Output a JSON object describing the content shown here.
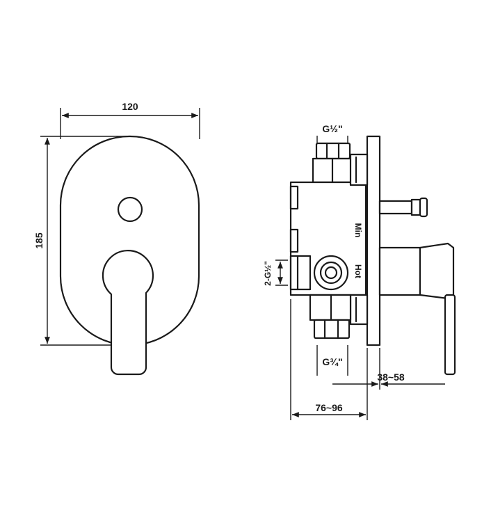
{
  "front_view": {
    "width_label": "120",
    "height_label": "185"
  },
  "side_view": {
    "top_inlet_label": "G½\"",
    "side_outlet_label": "2-G½\"",
    "bottom_outlet_label": "G¾\"",
    "min_label": "Min",
    "hot_label": "Hot",
    "depth_label": "38~58",
    "body_depth_label": "76~96"
  }
}
